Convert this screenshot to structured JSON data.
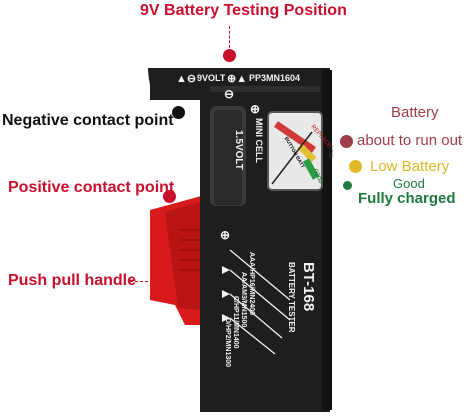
{
  "callouts": {
    "nine_volt": "9V Battery Testing Position",
    "negative": "Negative contact point",
    "positive": "Positive contact point",
    "handle": "Push pull handle",
    "battery": "Battery",
    "about": "about to run out",
    "low": "Low Battery",
    "good": "Good",
    "full": "Fully charged"
  },
  "device": {
    "top_label_9v": "9VOLT",
    "top_label_pp3": "PP3MN1604",
    "slot_label": "1.5VOLT",
    "mini_cell": "MINI CELL",
    "model": "BT-168",
    "subtitle": "BATTERY TESTER",
    "size_aa": "AA/AM3/MN1500",
    "size_aaa": "AAA/HP16/MN2400",
    "size_c": "C/HP11/MN1400",
    "size_d": "D/HP2/MN1300",
    "meter_replace": "REPLACE",
    "meter_low": "LOW",
    "meter_good": "GOOD",
    "meter_btn": "BUTTON BATT"
  },
  "colors": {
    "red": "#c8102e",
    "maroon": "#9e3d4a",
    "yellow": "#e0b92a",
    "green": "#1e7a3e",
    "device": "#1e1e1e"
  }
}
